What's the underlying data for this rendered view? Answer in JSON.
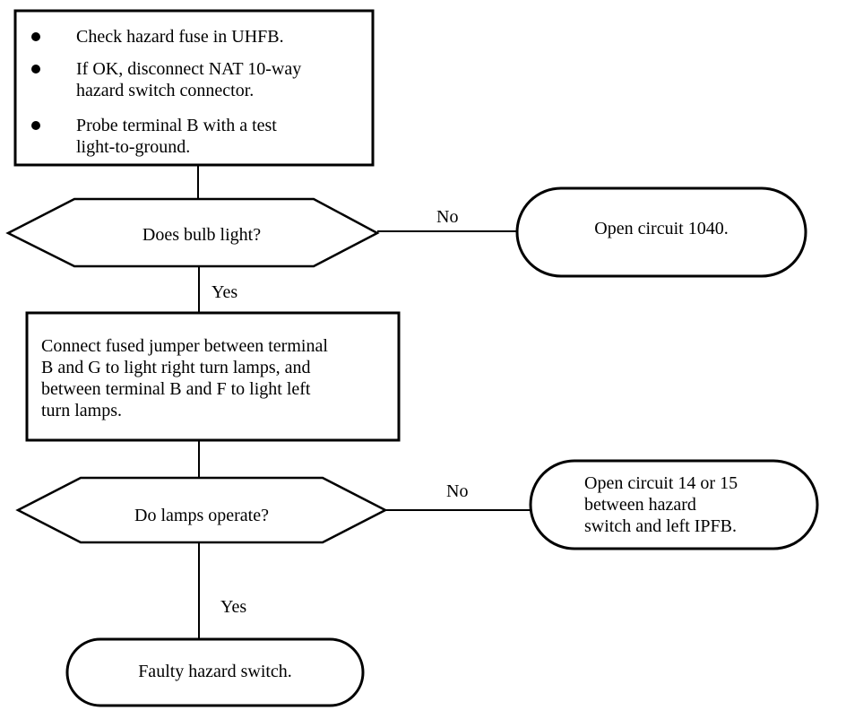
{
  "step1": {
    "bullets": [
      "Check hazard fuse in UHFB.",
      "If OK, disconnect NAT 10-way",
      "hazard switch connector.",
      "Probe terminal B with a test",
      "light-to-ground."
    ]
  },
  "decision1": {
    "question": "Does bulb light?",
    "no_label": "No",
    "yes_label": "Yes",
    "no_result": "Open circuit 1040."
  },
  "step2": {
    "lines": [
      "Connect fused jumper between terminal",
      "B and G to light right turn lamps, and",
      "between terminal B and F to light left",
      "turn lamps."
    ]
  },
  "decision2": {
    "question": "Do lamps operate?",
    "no_label": "No",
    "yes_label": "Yes",
    "no_result_lines": [
      "Open circuit 14 or 15",
      "between hazard",
      "switch and left IPFB."
    ],
    "yes_result": "Faulty hazard switch."
  }
}
